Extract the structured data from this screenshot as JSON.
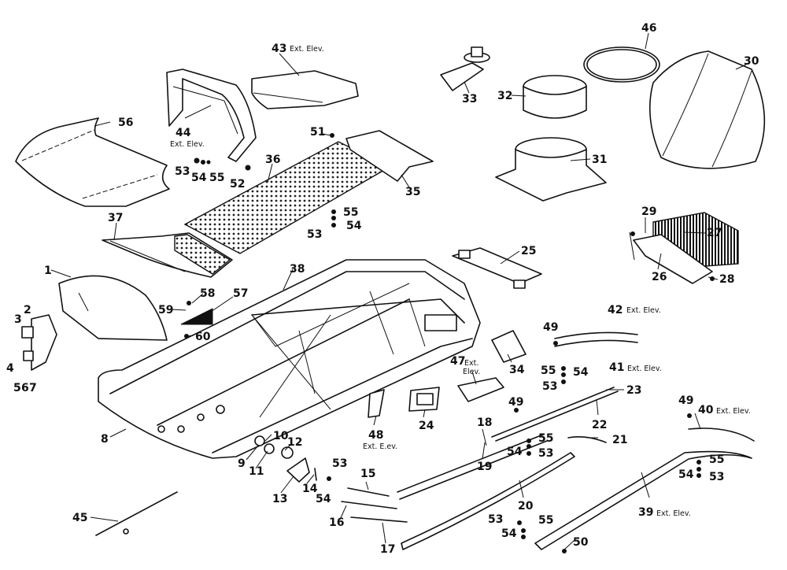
{
  "callouts": {
    "c1": "1",
    "c2": "2",
    "c3": "3",
    "c4": "4",
    "c5": "5",
    "c6": "6",
    "c7": "7",
    "c8": "8",
    "c9": "9",
    "c10": "10",
    "c11": "11",
    "c12": "12",
    "c13": "13",
    "c14": "14",
    "c15": "15",
    "c16": "16",
    "c17": "17",
    "c18": "18",
    "c19": "19",
    "c20": "20",
    "c21": "21",
    "c22": "22",
    "c23": "23",
    "c24": "24",
    "c25": "25",
    "c26": "26",
    "c27": "27",
    "c28": "28",
    "c29": "29",
    "c30": "30",
    "c31": "31",
    "c32": "32",
    "c33": "33",
    "c34": "34",
    "c35": "35",
    "c36": "36",
    "c37": "37",
    "c38": "38",
    "c39": "39",
    "c40": "40",
    "c41": "41",
    "c42": "42",
    "c43": "43",
    "c44": "44",
    "c45": "45",
    "c46": "46",
    "c47": "47",
    "c48": "48",
    "c49a": "49",
    "c49b": "49",
    "c49c": "49",
    "c50": "50",
    "c51": "51",
    "c52": "52",
    "c53a": "53",
    "c53b": "53",
    "c53c": "53",
    "c53d": "53",
    "c53e": "53",
    "c53f": "53",
    "c53g": "53",
    "c54a": "54",
    "c54b": "54",
    "c54c": "54",
    "c54d": "54",
    "c54e": "54",
    "c54f": "54",
    "c54g": "54",
    "c55a": "55",
    "c55b": "55",
    "c55c": "55",
    "c55d": "55",
    "c55e": "55",
    "c55f": "55",
    "c56": "56",
    "c57": "57",
    "c58": "58",
    "c59": "59",
    "c60": "60"
  },
  "suffix": {
    "ext_elev": "Ext. Elev.",
    "ext_elev_short": "Ext. E.ev.",
    "ext": "Ext.",
    "elev": "Elev."
  }
}
